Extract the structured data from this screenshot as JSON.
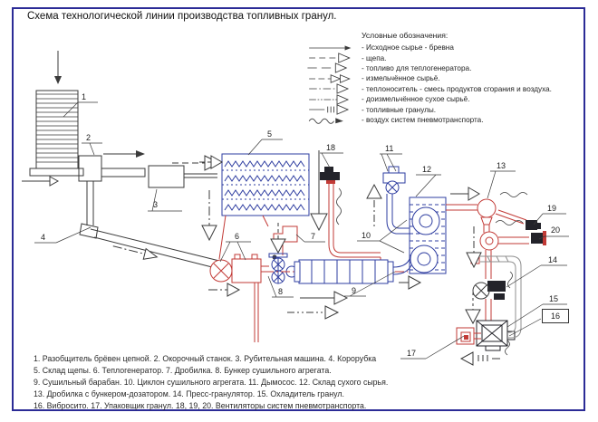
{
  "title": "Схема технологической линии производства топливных гранул.",
  "legend": {
    "heading": "Условные обозначения:",
    "items": [
      {
        "label": "- Исходное сырье - бревна",
        "line_style": "solid",
        "arrowhead": "small-filled"
      },
      {
        "label": "- щепа.",
        "line_style": "dashed",
        "arrowhead": "open-triangle"
      },
      {
        "label": "- топливо для теплогенератора.",
        "line_style": "long-dash",
        "arrowhead": "open-triangle"
      },
      {
        "label": "- измельчённое сырьё.",
        "line_style": "dashed",
        "arrowhead": "double-open-triangle"
      },
      {
        "label": "- теплоноситель - смесь продуктов сгорания и воздуха.",
        "line_style": "dash-dot",
        "arrowhead": "open-triangle"
      },
      {
        "label": "- доизмельчённое сухое сырьё.",
        "line_style": "dash-dot-dot",
        "arrowhead": "open-triangle"
      },
      {
        "label": "- топливные гранулы.",
        "line_style": "dash-ticks",
        "arrowhead": "open-triangle"
      },
      {
        "label": "- воздух систем пневмотранспорта.",
        "line_style": "wavy",
        "arrowhead": "small-filled"
      }
    ]
  },
  "diagram": {
    "labels": [
      "1",
      "2",
      "3",
      "4",
      "5",
      "6",
      "7",
      "8",
      "9",
      "10",
      "11",
      "12",
      "13",
      "14",
      "15",
      "16",
      "17",
      "18",
      "19",
      "20"
    ],
    "colors": {
      "machinery_blue": "#2e3da0",
      "hot_line_red": "#c23a36",
      "outline_black": "#3a3a3a",
      "duct_gray": "#8f8f8f",
      "frame_navy": "#2b2b96"
    }
  },
  "caption": {
    "lines": [
      "1. Разобщитель брёвен цепной. 2. Окорочный станок. 3. Рубительная машина. 4. Корорубка",
      "5. Склад щепы. 6. Теплогенератор. 7. Дробилка. 8. Бункер сушильного агрегата.",
      "9. Сушильный барабан. 10. Циклон сушильного агрегата. 11. Дымосос. 12. Склад сухого сырья.",
      "13. Дробилка с бункером-дозатором. 14. Пресс-гранулятор. 15. Охладитель гранул.",
      "16. Вибросито. 17. Упаковщик гранул. 18, 19, 20. Вентиляторы систем пневмотранспорта."
    ]
  }
}
